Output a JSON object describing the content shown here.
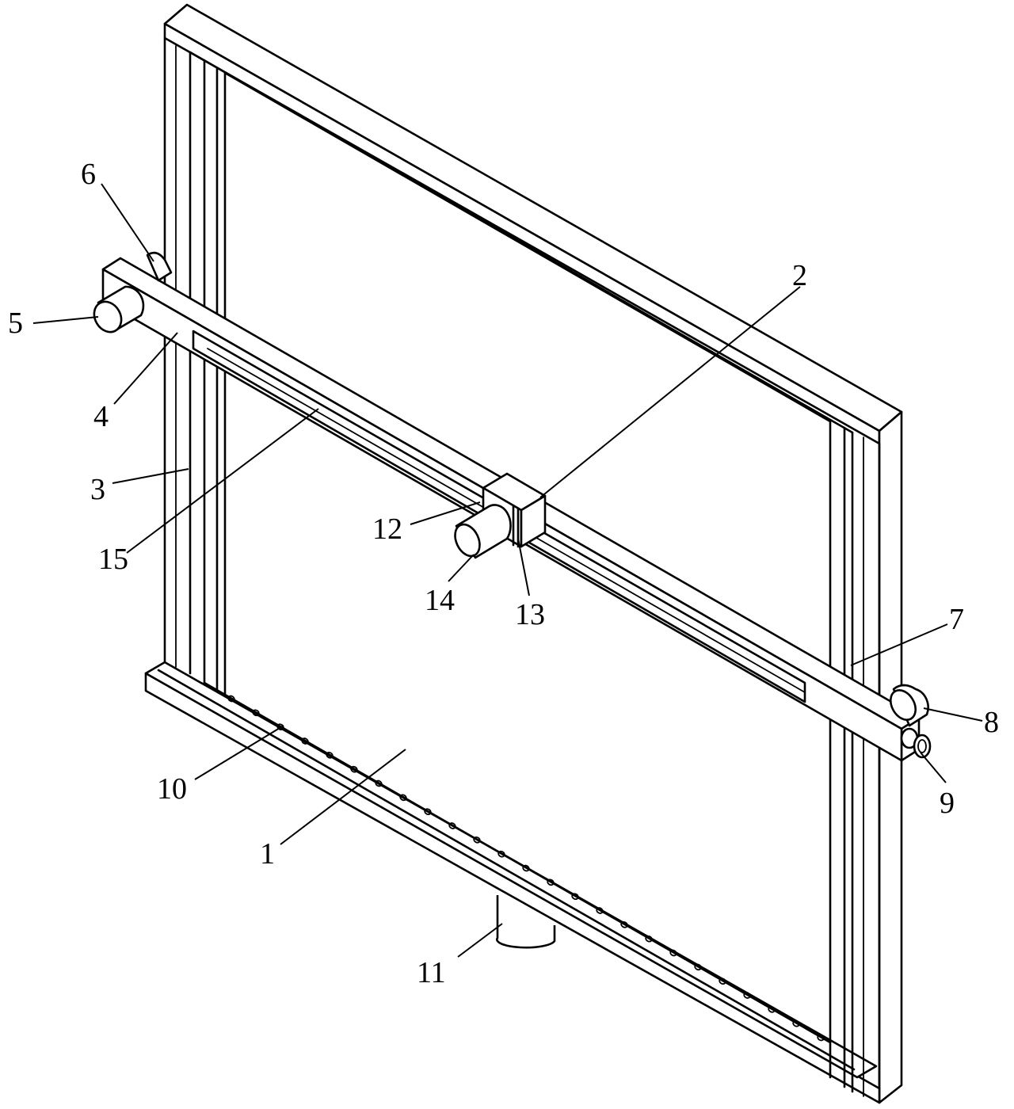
{
  "diagram": {
    "type": "patent-line-drawing",
    "callouts": [
      {
        "id": "c1",
        "text": "1"
      },
      {
        "id": "c2",
        "text": "2"
      },
      {
        "id": "c3",
        "text": "3"
      },
      {
        "id": "c4",
        "text": "4"
      },
      {
        "id": "c5",
        "text": "5"
      },
      {
        "id": "c6",
        "text": "6"
      },
      {
        "id": "c7",
        "text": "7"
      },
      {
        "id": "c8",
        "text": "8"
      },
      {
        "id": "c9",
        "text": "9"
      },
      {
        "id": "c10",
        "text": "10"
      },
      {
        "id": "c11",
        "text": "11"
      },
      {
        "id": "c12",
        "text": "12"
      },
      {
        "id": "c13",
        "text": "13"
      },
      {
        "id": "c14",
        "text": "14"
      },
      {
        "id": "c15",
        "text": "15"
      }
    ]
  }
}
